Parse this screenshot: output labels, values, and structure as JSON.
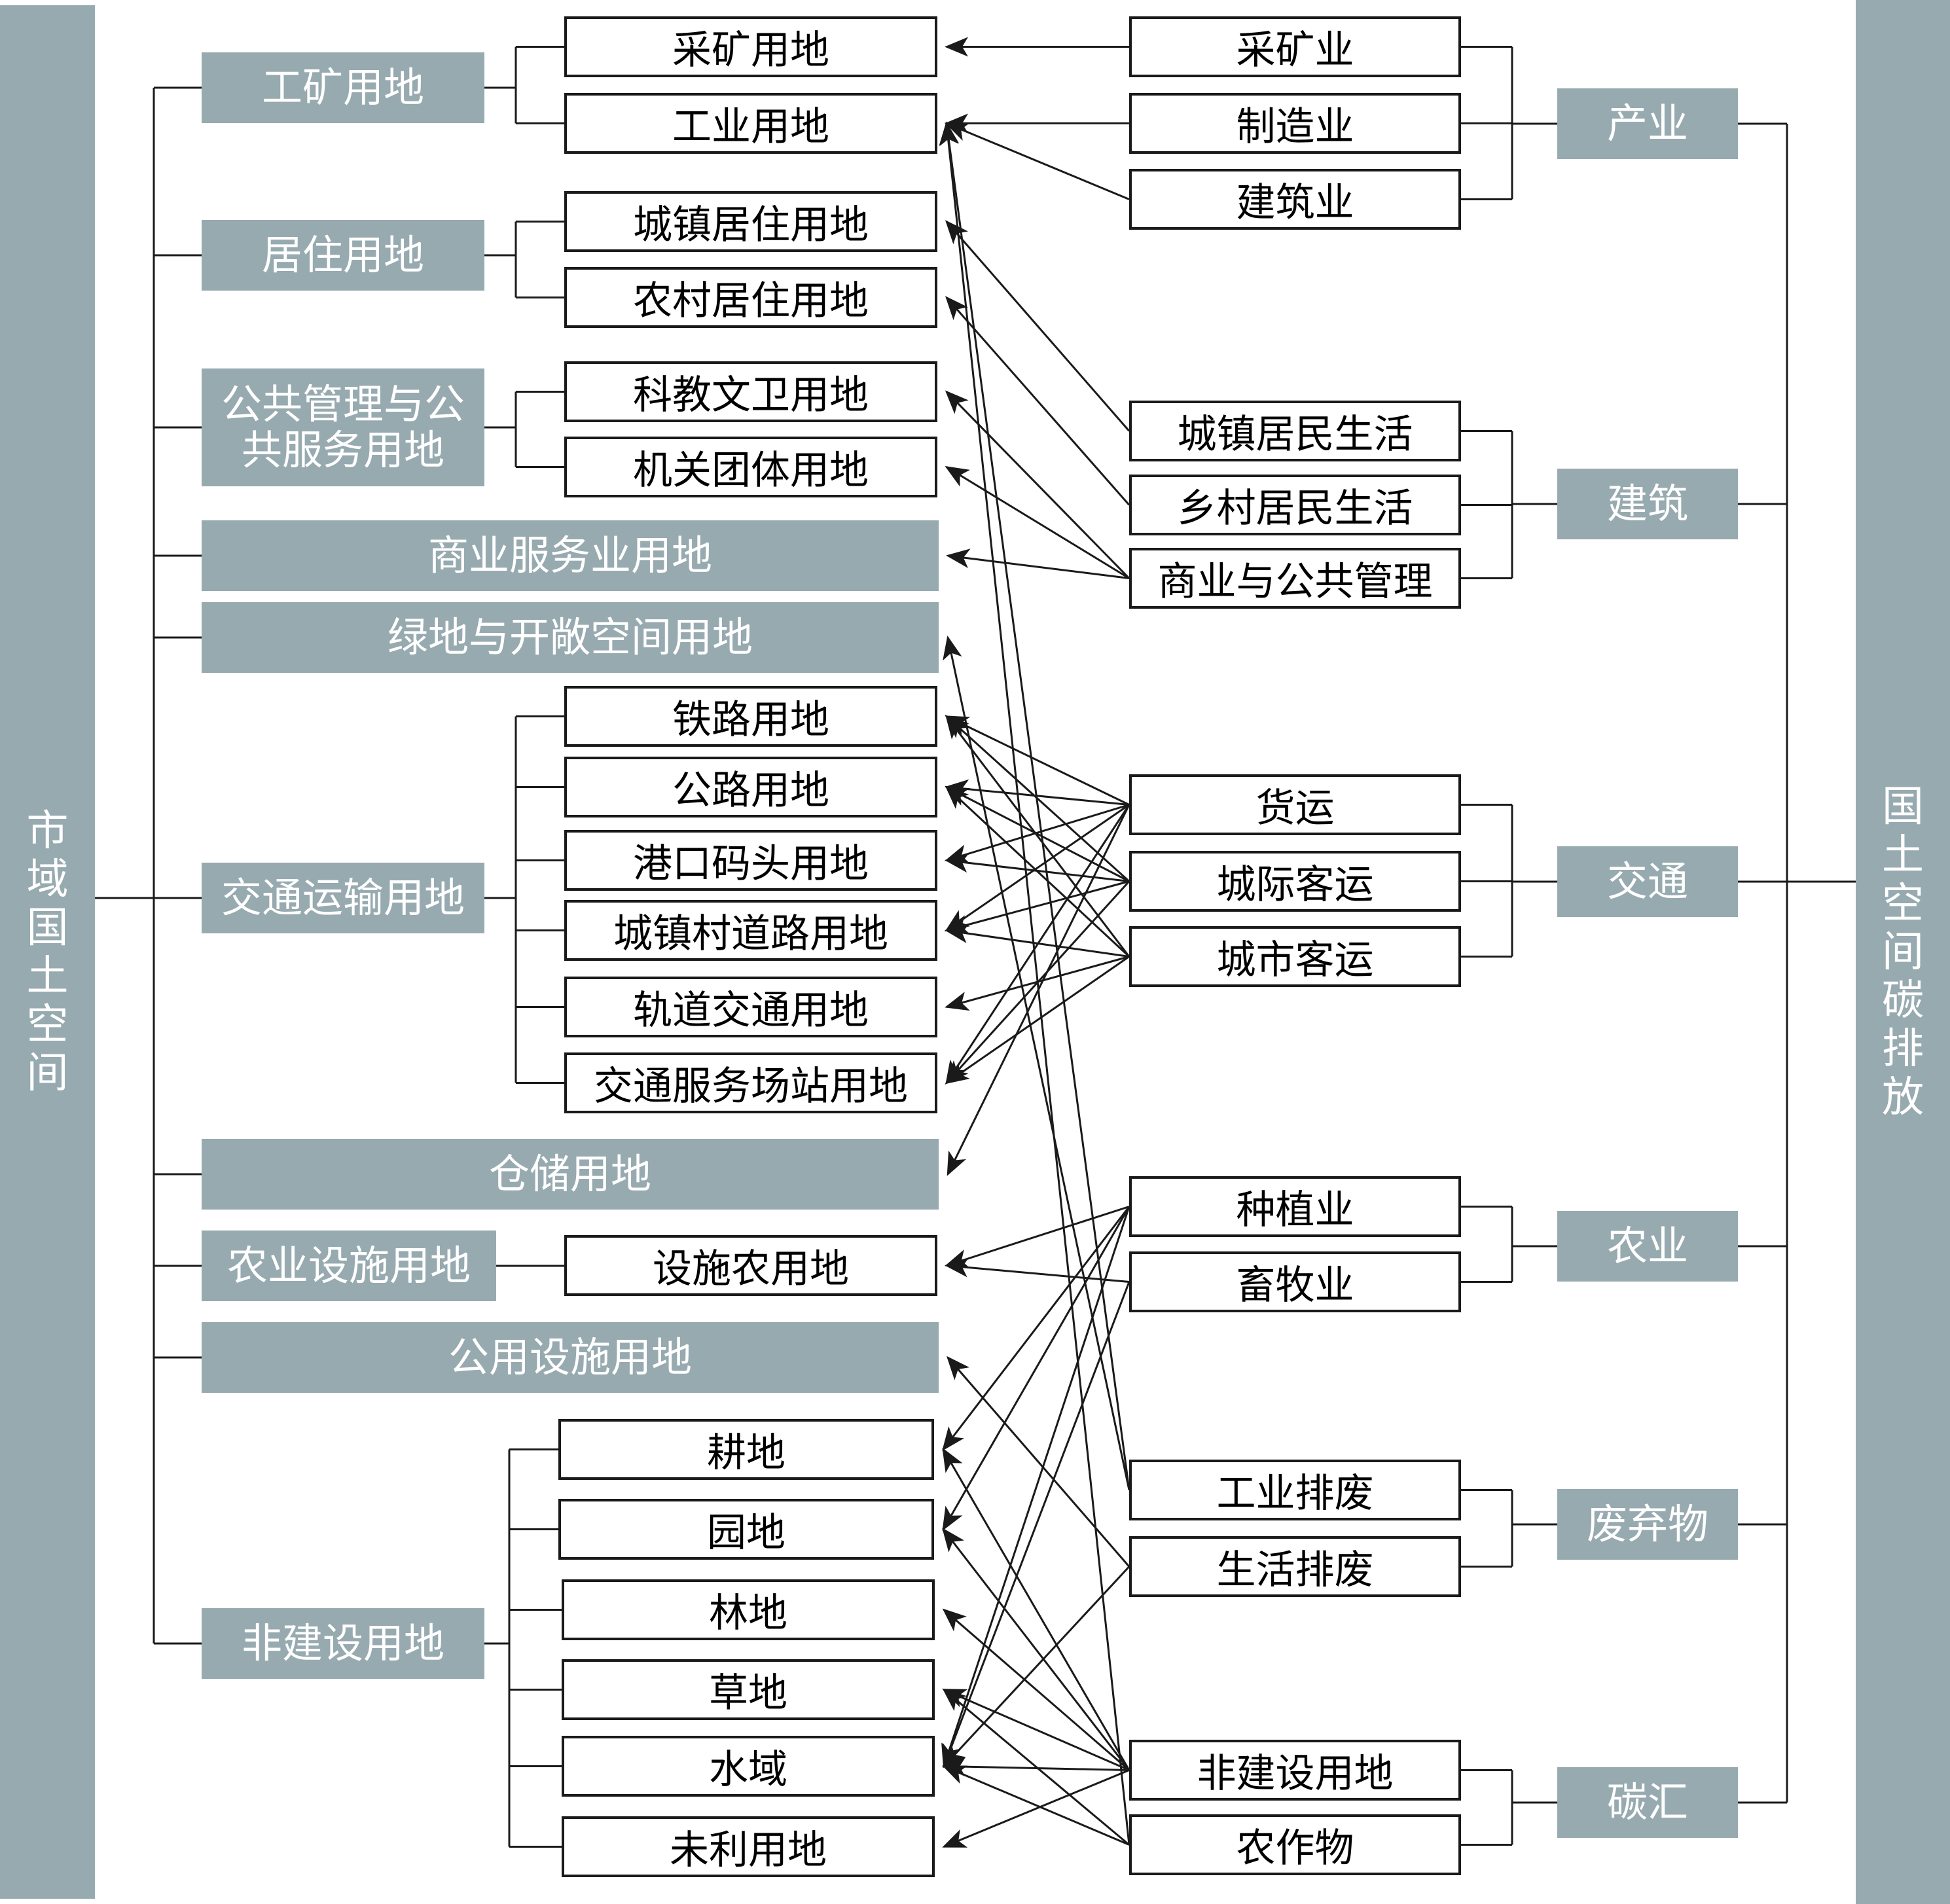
{
  "left_root": "市域国土空间",
  "right_root": "国土空间碳排放",
  "land_categories": [
    {
      "id": "gk",
      "label": "工矿用地"
    },
    {
      "id": "jz",
      "label": "居住用地"
    },
    {
      "id": "gg",
      "label": "公共管理与公\n共服务用地"
    },
    {
      "id": "sy",
      "label": "商业服务业用地"
    },
    {
      "id": "ld",
      "label": "绿地与开敞空间用地"
    },
    {
      "id": "jt",
      "label": "交通运输用地"
    },
    {
      "id": "cc",
      "label": "仓储用地"
    },
    {
      "id": "ny",
      "label": "农业设施用地"
    },
    {
      "id": "gy",
      "label": "公用设施用地"
    },
    {
      "id": "fj",
      "label": "非建设用地"
    }
  ],
  "land_subtypes": [
    {
      "id": "ck",
      "label": "采矿用地",
      "parent": "gk"
    },
    {
      "id": "gyd",
      "label": "工业用地",
      "parent": "gk"
    },
    {
      "id": "czjz",
      "label": "城镇居住用地",
      "parent": "jz"
    },
    {
      "id": "ncjz",
      "label": "农村居住用地",
      "parent": "jz"
    },
    {
      "id": "kjww",
      "label": "科教文卫用地",
      "parent": "gg"
    },
    {
      "id": "jgtt",
      "label": "机关团体用地",
      "parent": "gg"
    },
    {
      "id": "tl",
      "label": "铁路用地",
      "parent": "jt"
    },
    {
      "id": "gl",
      "label": "公路用地",
      "parent": "jt"
    },
    {
      "id": "gkmt",
      "label": "港口码头用地",
      "parent": "jt"
    },
    {
      "id": "czcdl",
      "label": "城镇村道路用地",
      "parent": "jt"
    },
    {
      "id": "gdjt",
      "label": "轨道交通用地",
      "parent": "jt"
    },
    {
      "id": "jtfw",
      "label": "交通服务场站用地",
      "parent": "jt"
    },
    {
      "id": "ssny",
      "label": "设施农用地",
      "parent": "ny"
    },
    {
      "id": "gd",
      "label": "耕地",
      "parent": "fj"
    },
    {
      "id": "yd",
      "label": "园地",
      "parent": "fj"
    },
    {
      "id": "lind",
      "label": "林地",
      "parent": "fj"
    },
    {
      "id": "cd",
      "label": "草地",
      "parent": "fj"
    },
    {
      "id": "sw",
      "label": "水域",
      "parent": "fj"
    },
    {
      "id": "wly",
      "label": "未利用地",
      "parent": "fj"
    }
  ],
  "emission_sectors": [
    {
      "id": "cy",
      "label": "产业"
    },
    {
      "id": "jzs",
      "label": "建筑"
    },
    {
      "id": "jts",
      "label": "交通"
    },
    {
      "id": "nys",
      "label": "农业"
    },
    {
      "id": "fqw",
      "label": "废弃物"
    },
    {
      "id": "th",
      "label": "碳汇"
    }
  ],
  "emission_sources": [
    {
      "id": "cky",
      "label": "采矿业",
      "parent": "cy"
    },
    {
      "id": "zzy",
      "label": "制造业",
      "parent": "cy"
    },
    {
      "id": "jzy",
      "label": "建筑业",
      "parent": "cy"
    },
    {
      "id": "czjm",
      "label": "城镇居民生活",
      "parent": "jzs"
    },
    {
      "id": "xcjm",
      "label": "乡村居民生活",
      "parent": "jzs"
    },
    {
      "id": "syggl",
      "label": "商业与公共管理",
      "parent": "jzs"
    },
    {
      "id": "hy",
      "label": "货运",
      "parent": "jts"
    },
    {
      "id": "cjky",
      "label": "城际客运",
      "parent": "jts"
    },
    {
      "id": "csky",
      "label": "城市客运",
      "parent": "jts"
    },
    {
      "id": "zzhy",
      "label": "种植业",
      "parent": "nys"
    },
    {
      "id": "xmy",
      "label": "畜牧业",
      "parent": "nys"
    },
    {
      "id": "gypf",
      "label": "工业排废",
      "parent": "fqw"
    },
    {
      "id": "shpf",
      "label": "生活排废",
      "parent": "fqw"
    },
    {
      "id": "fjsyd",
      "label": "非建设用地",
      "parent": "th"
    },
    {
      "id": "nzw",
      "label": "农作物",
      "parent": "th"
    }
  ],
  "links": [
    [
      "cky",
      "ck"
    ],
    [
      "zzy",
      "gyd"
    ],
    [
      "jzy",
      "gyd"
    ],
    [
      "czjm",
      "czjz"
    ],
    [
      "xcjm",
      "ncjz"
    ],
    [
      "syggl",
      "kjww"
    ],
    [
      "syggl",
      "jgtt"
    ],
    [
      "syggl",
      "sy"
    ],
    [
      "hy",
      "tl"
    ],
    [
      "hy",
      "gl"
    ],
    [
      "hy",
      "gkmt"
    ],
    [
      "hy",
      "czcdl"
    ],
    [
      "hy",
      "jtfw"
    ],
    [
      "hy",
      "cc"
    ],
    [
      "cjky",
      "tl"
    ],
    [
      "cjky",
      "gl"
    ],
    [
      "cjky",
      "gkmt"
    ],
    [
      "cjky",
      "czcdl"
    ],
    [
      "cjky",
      "jtfw"
    ],
    [
      "csky",
      "tl"
    ],
    [
      "csky",
      "gl"
    ],
    [
      "csky",
      "czcdl"
    ],
    [
      "csky",
      "gdjt"
    ],
    [
      "csky",
      "jtfw"
    ],
    [
      "zzhy",
      "ssny"
    ],
    [
      "zzhy",
      "gd"
    ],
    [
      "zzhy",
      "yd"
    ],
    [
      "zzhy",
      "sw"
    ],
    [
      "xmy",
      "ssny"
    ],
    [
      "xmy",
      "sw"
    ],
    [
      "gypf",
      "gyd"
    ],
    [
      "gypf",
      "ld"
    ],
    [
      "shpf",
      "gy"
    ],
    [
      "shpf",
      "sw"
    ],
    [
      "fjsyd",
      "gd"
    ],
    [
      "fjsyd",
      "yd"
    ],
    [
      "fjsyd",
      "lind"
    ],
    [
      "fjsyd",
      "cd"
    ],
    [
      "fjsyd",
      "sw"
    ],
    [
      "fjsyd",
      "wly"
    ],
    [
      "nzw",
      "gyd"
    ],
    [
      "nzw",
      "cd"
    ],
    [
      "nzw",
      "sw"
    ]
  ],
  "colors": {
    "box_fill": "#97aab0",
    "box_text": "#ffffff",
    "line": "#1a1a1a"
  }
}
